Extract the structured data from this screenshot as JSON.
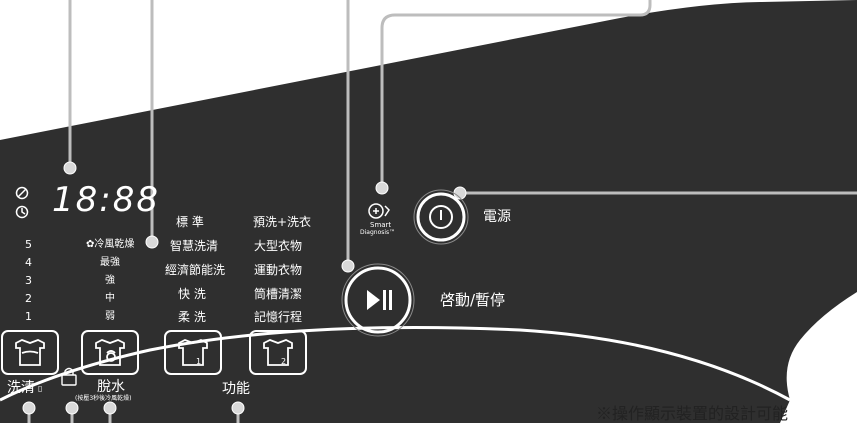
{
  "colors": {
    "panel": "#2f2f2f",
    "display": "#ffffff",
    "leader": "#bdbdbd",
    "text": "#ffffff"
  },
  "display": {
    "time": "18:88"
  },
  "left_levels": [
    "5",
    "4",
    "3",
    "2",
    "1"
  ],
  "spin": {
    "header": "冷風乾燥",
    "items": [
      "最強",
      "強",
      "中",
      "弱"
    ]
  },
  "programs_col1": [
    "標 準",
    "智慧洗清",
    "經濟節能洗",
    "快 洗",
    "柔 洗"
  ],
  "programs_col2": [
    "預洗+洗衣",
    "大型衣物",
    "運動衣物",
    "筒槽清潔",
    "記憶行程"
  ],
  "buttons": {
    "wash": "洗清",
    "spin": "脫水",
    "spin_sub": "(按壓3秒後冷風乾燥)",
    "function": "功能",
    "wash_symbol": "▯"
  },
  "smart": {
    "line1": "Smart",
    "line2": "Diagnosis™"
  },
  "power": {
    "label": "電源",
    "icon": "power-icon"
  },
  "start": {
    "label": "啓動/暫停",
    "icon": "play-pause-icon"
  },
  "footnote": "※操作顯示裝置的設計可能"
}
